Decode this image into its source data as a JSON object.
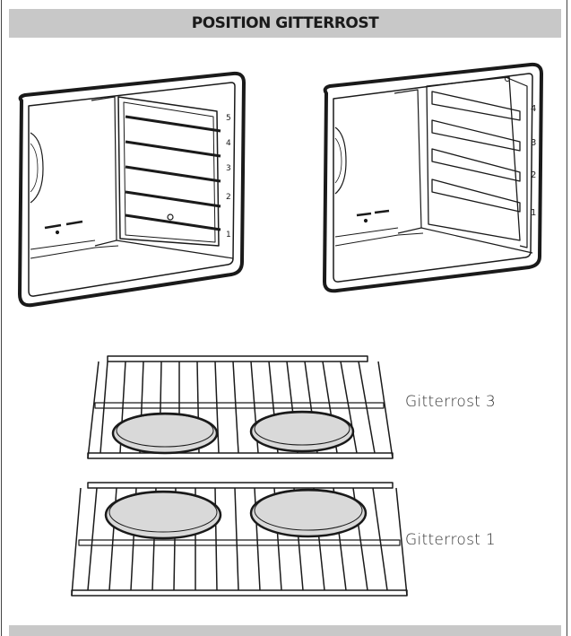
{
  "header": {
    "title": "POSITION GITTERROST"
  },
  "oven_left": {
    "level_labels": [
      "5",
      "4",
      "3",
      "2",
      "1"
    ]
  },
  "oven_right": {
    "level_labels": [
      "4",
      "3",
      "2",
      "1"
    ]
  },
  "racks": [
    {
      "label": "Gitterrost 3"
    },
    {
      "label": "Gitterrost 1"
    }
  ],
  "colors": {
    "header_band": "#c8c8c8",
    "line": "#1a1a1a",
    "tray_fill": "#d9d9d9"
  }
}
